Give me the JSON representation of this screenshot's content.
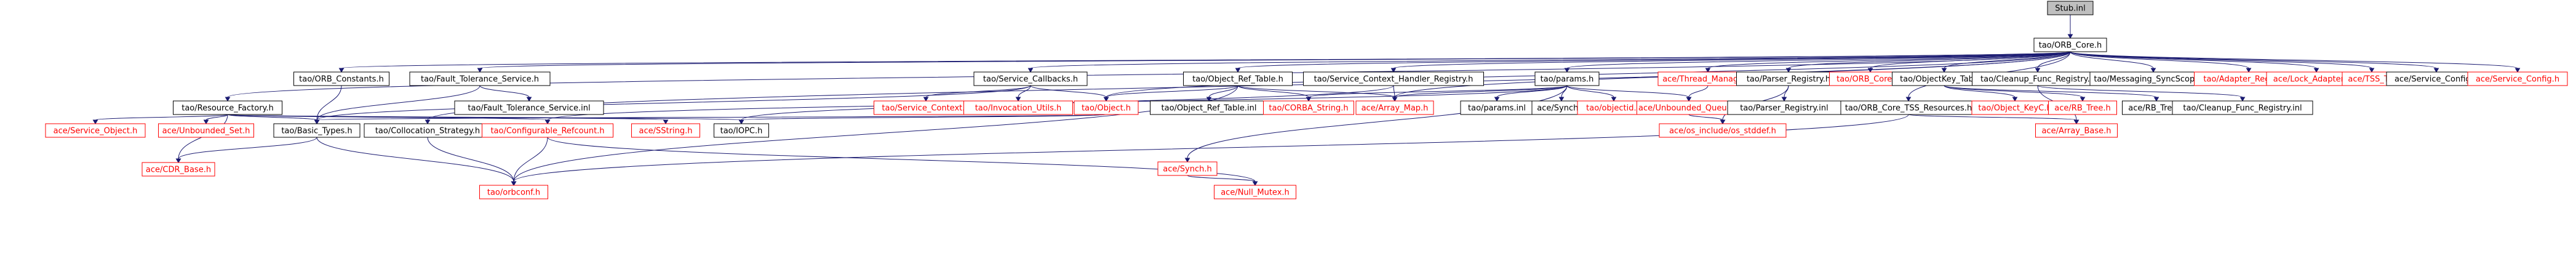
{
  "graph": {
    "nodes": [
      {
        "id": "stub_inl",
        "label": "Stub.inl",
        "root": true
      },
      {
        "id": "orb_core_h",
        "label": "tao/ORB_Core.h"
      },
      {
        "id": "orb_constants_h",
        "label": "tao/ORB_Constants.h"
      },
      {
        "id": "ft_service_h",
        "label": "tao/Fault_Tolerance_Service.h"
      },
      {
        "id": "service_callbacks_h",
        "label": "tao/Service_Callbacks.h"
      },
      {
        "id": "object_ref_table_h",
        "label": "tao/Object_Ref_Table.h"
      },
      {
        "id": "sc_handler_registry_h",
        "label": "tao/Service_Context_Handler_Registry.h"
      },
      {
        "id": "params_h",
        "label": "tao/params.h"
      },
      {
        "id": "thread_manager_h",
        "label": "ace/Thread_Manager.h",
        "ext": true
      },
      {
        "id": "parser_registry_h",
        "label": "tao/Parser_Registry.h"
      },
      {
        "id": "orb_core_inl",
        "label": "tao/ORB_Core.inl",
        "ext": true
      },
      {
        "id": "objectkey_table_h",
        "label": "tao/ObjectKey_Table.h"
      },
      {
        "id": "cleanup_func_registry_h",
        "label": "tao/Cleanup_Func_Registry.h"
      },
      {
        "id": "messaging_syncscopec_h",
        "label": "tao/Messaging_SyncScopeC.h"
      },
      {
        "id": "adapter_registry_h",
        "label": "tao/Adapter_Registry.h",
        "ext": true
      },
      {
        "id": "lock_adapter_t_h",
        "label": "ace/Lock_Adapter_T.h",
        "ext": true
      },
      {
        "id": "tss_t_h",
        "label": "ace/TSS_T.h",
        "ext": true
      },
      {
        "id": "service_config_h1",
        "label": "ace/Service_Config.h"
      },
      {
        "id": "service_config_h2",
        "label": "ace/Service_Config.h",
        "ext": true
      },
      {
        "id": "resource_factory_h",
        "label": "tao/Resource_Factory.h"
      },
      {
        "id": "ft_service_inl",
        "label": "tao/Fault_Tolerance_Service.inl"
      },
      {
        "id": "service_context_h",
        "label": "tao/Service_Context.h",
        "ext": true
      },
      {
        "id": "invocation_utils_h",
        "label": "tao/Invocation_Utils.h",
        "ext": true
      },
      {
        "id": "object_h",
        "label": "tao/Object.h",
        "ext": true
      },
      {
        "id": "object_ref_table_inl",
        "label": "tao/Object_Ref_Table.inl"
      },
      {
        "id": "corba_string_h",
        "label": "tao/CORBA_String.h",
        "ext": true
      },
      {
        "id": "array_map_h",
        "label": "ace/Array_Map.h",
        "ext": true
      },
      {
        "id": "params_inl",
        "label": "tao/params.inl"
      },
      {
        "id": "synch_h1",
        "label": "ace/Synch.h"
      },
      {
        "id": "objectid_h",
        "label": "tao/objectid.h",
        "ext": true
      },
      {
        "id": "unbounded_queue_h",
        "label": "ace/Unbounded_Queue.h",
        "ext": true
      },
      {
        "id": "parser_registry_inl",
        "label": "tao/Parser_Registry.inl"
      },
      {
        "id": "orb_core_tss_resources_h",
        "label": "tao/ORB_Core_TSS_Resources.h"
      },
      {
        "id": "objectkey_h",
        "label": "tao/Object_KeyC.h",
        "ext": true
      },
      {
        "id": "rb_tree_h1",
        "label": "ace/RB_Tree.h",
        "ext": true
      },
      {
        "id": "rb_tree_h2",
        "label": "ace/RB_Tree.h"
      },
      {
        "id": "cleanup_func_registry_inl",
        "label": "tao/Cleanup_Func_Registry.inl"
      },
      {
        "id": "service_object_h",
        "label": "ace/Service_Object.h",
        "ext": true
      },
      {
        "id": "unbounded_set_h",
        "label": "ace/Unbounded_Set.h",
        "ext": true
      },
      {
        "id": "basic_types_h",
        "label": "tao/Basic_Types.h"
      },
      {
        "id": "collocation_strategy_h",
        "label": "tao/Collocation_Strategy.h"
      },
      {
        "id": "configurable_refcount_h",
        "label": "tao/Configurable_Refcount.h",
        "ext": true
      },
      {
        "id": "sstring_h",
        "label": "ace/SString.h",
        "ext": true
      },
      {
        "id": "iopc_h",
        "label": "tao/IOPC.h"
      },
      {
        "id": "os_include_stddef_h",
        "label": "ace/os_include/os_stddef.h",
        "ext": true
      },
      {
        "id": "array_base_h",
        "label": "ace/Array_Base.h",
        "ext": true
      },
      {
        "id": "synch_h2",
        "label": "ace/Synch.h",
        "ext": true
      },
      {
        "id": "cdr_base_h",
        "label": "ace/CDR_Base.h",
        "ext": true
      },
      {
        "id": "orbconf_h",
        "label": "tao/orbconf.h",
        "ext": true
      },
      {
        "id": "null_mutex_h",
        "label": "ace/Null_Mutex.h",
        "ext": true
      }
    ],
    "edges": [
      [
        "stub_inl",
        "orb_core_h"
      ],
      [
        "orb_core_h",
        "orb_constants_h"
      ],
      [
        "orb_core_h",
        "ft_service_h"
      ],
      [
        "orb_core_h",
        "service_callbacks_h"
      ],
      [
        "orb_core_h",
        "object_ref_table_h"
      ],
      [
        "orb_core_h",
        "sc_handler_registry_h"
      ],
      [
        "orb_core_h",
        "params_h"
      ],
      [
        "orb_core_h",
        "thread_manager_h"
      ],
      [
        "orb_core_h",
        "parser_registry_h"
      ],
      [
        "orb_core_h",
        "orb_core_inl"
      ],
      [
        "orb_core_h",
        "objectkey_table_h"
      ],
      [
        "orb_core_h",
        "cleanup_func_registry_h"
      ],
      [
        "orb_core_h",
        "messaging_syncscopec_h"
      ],
      [
        "orb_core_h",
        "adapter_registry_h"
      ],
      [
        "orb_core_h",
        "lock_adapter_t_h"
      ],
      [
        "orb_core_h",
        "tss_t_h"
      ],
      [
        "orb_core_h",
        "service_config_h1"
      ],
      [
        "orb_core_h",
        "service_config_h2"
      ],
      [
        "orb_core_h",
        "resource_factory_h"
      ],
      [
        "orb_core_h",
        "object_h"
      ],
      [
        "orb_core_h",
        "collocation_strategy_h"
      ],
      [
        "orb_core_h",
        "array_map_h"
      ],
      [
        "orb_core_h",
        "orb_core_tss_resources_h"
      ],
      [
        "orb_constants_h",
        "basic_types_h"
      ],
      [
        "ft_service_h",
        "ft_service_inl"
      ],
      [
        "ft_service_h",
        "basic_types_h"
      ],
      [
        "service_callbacks_h",
        "service_context_h"
      ],
      [
        "service_callbacks_h",
        "invocation_utils_h"
      ],
      [
        "service_callbacks_h",
        "object_h"
      ],
      [
        "service_callbacks_h",
        "basic_types_h"
      ],
      [
        "object_ref_table_h",
        "object_ref_table_inl"
      ],
      [
        "object_ref_table_h",
        "corba_string_h"
      ],
      [
        "object_ref_table_h",
        "array_map_h"
      ],
      [
        "object_ref_table_h",
        "object_h"
      ],
      [
        "object_ref_table_h",
        "orbconf_h"
      ],
      [
        "sc_handler_registry_h",
        "array_map_h"
      ],
      [
        "sc_handler_registry_h",
        "iopc_h"
      ],
      [
        "params_h",
        "params_inl"
      ],
      [
        "params_h",
        "synch_h1"
      ],
      [
        "params_h",
        "objectid_h"
      ],
      [
        "params_h",
        "unbounded_queue_h"
      ],
      [
        "params_h",
        "array_map_h"
      ],
      [
        "params_h",
        "corba_string_h"
      ],
      [
        "params_h",
        "synch_h2"
      ],
      [
        "params_h",
        "configurable_refcount_h"
      ],
      [
        "thread_manager_h",
        "unbounded_queue_h"
      ],
      [
        "parser_registry_h",
        "parser_registry_inl"
      ],
      [
        "parser_registry_h",
        "os_include_stddef_h"
      ],
      [
        "objectkey_table_h",
        "objectkey_h"
      ],
      [
        "objectkey_table_h",
        "rb_tree_h1"
      ],
      [
        "objectkey_table_h",
        "rb_tree_h2"
      ],
      [
        "cleanup_func_registry_h",
        "cleanup_func_registry_inl"
      ],
      [
        "cleanup_func_registry_h",
        "array_base_h"
      ],
      [
        "resource_factory_h",
        "service_object_h"
      ],
      [
        "resource_factory_h",
        "unbounded_set_h"
      ],
      [
        "resource_factory_h",
        "basic_types_h"
      ],
      [
        "resource_factory_h",
        "configurable_refcount_h"
      ],
      [
        "resource_factory_h",
        "sstring_h"
      ],
      [
        "resource_factory_h",
        "iopc_h"
      ],
      [
        "resource_factory_h",
        "cdr_base_h"
      ],
      [
        "object_h",
        "iopc_h"
      ],
      [
        "object_h",
        "basic_types_h"
      ],
      [
        "unbounded_queue_h",
        "os_include_stddef_h"
      ],
      [
        "orb_core_tss_resources_h",
        "array_base_h"
      ],
      [
        "orb_core_tss_resources_h",
        "orbconf_h"
      ],
      [
        "basic_types_h",
        "cdr_base_h"
      ],
      [
        "basic_types_h",
        "orbconf_h"
      ],
      [
        "collocation_strategy_h",
        "orbconf_h"
      ],
      [
        "configurable_refcount_h",
        "orbconf_h"
      ],
      [
        "configurable_refcount_h",
        "null_mutex_h"
      ],
      [
        "synch_h2",
        "null_mutex_h"
      ]
    ]
  }
}
